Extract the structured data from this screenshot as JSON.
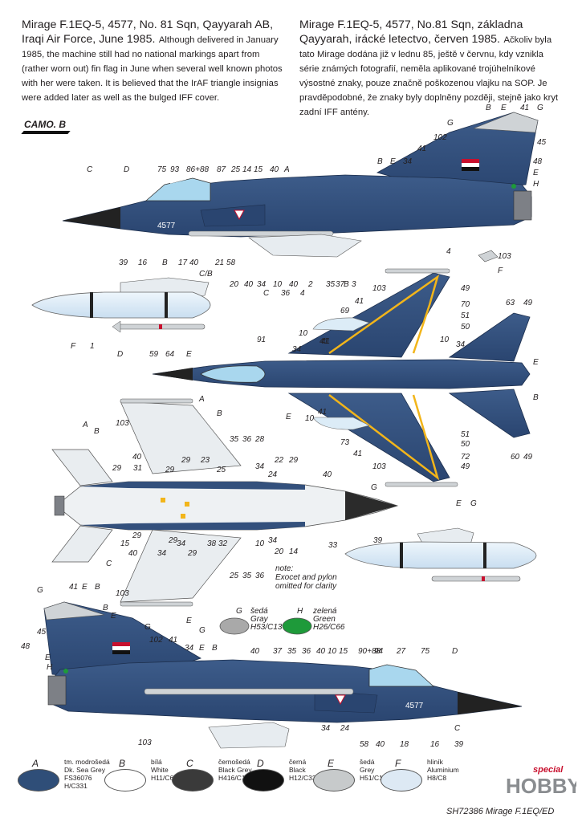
{
  "header": {
    "en_title": "Mirage F.1EQ-5, 4577, No. 81 Sqn, Qayyarah AB, Iraqi Air Force, June 1985.",
    "en_body": "Although delivered in January 1985, the machine still had no national markings apart from (rather worn out) fin flag in June when several well known photos with her were taken. It is believed that the IrAF triangle insignias were added later as well as the bulged IFF cover.",
    "cz_title": "Mirage F.1EQ-5, 4577, No.81 Sqn, základna Qayyarah, irácké letectvo, červen 1985.",
    "cz_body": "Ačkoliv byla tato Mirage dodána již v lednu 85, ještě v červnu, kdy vznikla série známých fotografií, neměla aplikované trojúhelníkové výsostné znaky, pouze značně poškozenou vlajku na SOP. Je pravděpodobné, že znaky byly doplněny později, stejně jako kryt zadní IFF antény."
  },
  "camo_label": "CAMO. B",
  "serial": "4577",
  "note": [
    "note:",
    "Exocet and pylon",
    "omitted for clarity"
  ],
  "top_side_callouts": [
    "C",
    "D",
    "75",
    "93",
    "86+88",
    "87",
    "25",
    "14",
    "15",
    "40",
    "A",
    "B",
    "E",
    "34",
    "41",
    "102",
    "G",
    "B",
    "E",
    "41",
    "G",
    "45",
    "48",
    "E",
    "H",
    "39",
    "16",
    "B",
    "17",
    "40",
    "21",
    "58",
    "C/B",
    "20",
    "40",
    "34",
    "C",
    "10",
    "36",
    "40",
    "4",
    "2",
    "35",
    "37",
    "B",
    "3",
    "4",
    "103",
    "F",
    "B"
  ],
  "planform_callouts": [
    "103",
    "49",
    "69",
    "41",
    "70",
    "51",
    "50",
    "41",
    "63",
    "49",
    "91",
    "34",
    "10",
    "41",
    "10",
    "34",
    "E",
    "B",
    "E",
    "10",
    "41",
    "73",
    "51",
    "50",
    "41",
    "72",
    "103",
    "49",
    "60",
    "49",
    "G",
    "E",
    "G"
  ],
  "under_callouts": [
    "A",
    "B",
    "A",
    "B",
    "103",
    "40",
    "29",
    "31",
    "29",
    "29",
    "23",
    "25",
    "35",
    "36",
    "28",
    "34",
    "24",
    "22",
    "29",
    "40",
    "15",
    "C",
    "29",
    "40",
    "34",
    "29",
    "29",
    "34",
    "38",
    "32",
    "10",
    "34",
    "20",
    "14",
    "33",
    "39",
    "103",
    "25",
    "35",
    "36",
    "E",
    "G"
  ],
  "bottom_side_callouts": [
    "G",
    "41",
    "E",
    "B",
    "45",
    "B",
    "E",
    "G",
    "48",
    "E",
    "H",
    "102",
    "41",
    "34",
    "E",
    "B",
    "40",
    "37",
    "35",
    "36",
    "40",
    "10",
    "15",
    "90+88",
    "94",
    "27",
    "75",
    "D",
    "103",
    "34",
    "24",
    "58",
    "40",
    "18",
    "16",
    "39",
    "C"
  ],
  "weapon_callouts": [
    "F",
    "1",
    "D",
    "59",
    "64",
    "E"
  ],
  "mini_swatches": [
    {
      "letter": "G",
      "cz": "šedá",
      "en": "Gray",
      "code": "H53/C13",
      "color": "#a9a9a9"
    },
    {
      "letter": "H",
      "cz": "zelená",
      "en": "Green",
      "code": "H26/C66",
      "color": "#1e9a3a"
    }
  ],
  "swatches": [
    {
      "letter": "A",
      "cz": "tm. modrošedá",
      "en": "Dk. Sea Grey",
      "code1": "FS36076",
      "code2": "H/C331",
      "color": "#2f4e78"
    },
    {
      "letter": "B",
      "cz": "bílá",
      "en": "White",
      "code1": "H11/C62",
      "code2": "",
      "color": "#ffffff"
    },
    {
      "letter": "C",
      "cz": "černošedá",
      "en": "Black Grey",
      "code1": "H416/C116",
      "code2": "",
      "color": "#3a3a3a"
    },
    {
      "letter": "D",
      "cz": "černá",
      "en": "Black",
      "code1": "H12/C33",
      "code2": "",
      "color": "#111111"
    },
    {
      "letter": "E",
      "cz": "šedá",
      "en": "Grey",
      "code1": "H51/C11",
      "code2": "",
      "color": "#c7cacb"
    },
    {
      "letter": "F",
      "cz": "hliník",
      "en": "Aluminium",
      "code1": "H8/C8",
      "code2": "",
      "color": "#dde9f4"
    }
  ],
  "logo": {
    "line1": "special",
    "line2": "HOBBY"
  },
  "footer": "SH72386 Mirage F.1EQ/ED",
  "colors": {
    "aircraft_blue": "#33507c",
    "aircraft_blue_dark": "#243b5e",
    "light_grey": "#cfd3d6",
    "canopy": "#a9d7ee",
    "yellow_band": "#f2b51a",
    "tank_blue": "#dcecf7"
  }
}
